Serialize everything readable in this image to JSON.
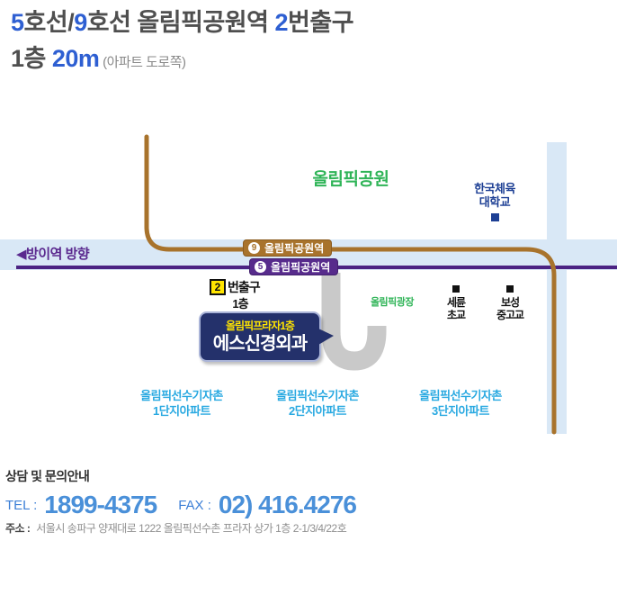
{
  "colors": {
    "accent_blue": "#2e5fd2",
    "line9_brown": "#a8732c",
    "line5_purple": "#572b8c",
    "road_light_blue": "#d9e8f6",
    "uturn_gray": "#c9c9c9",
    "park_green": "#2fb457",
    "university_navy": "#1d3f94",
    "apartment_blue": "#29a9e1",
    "bubble_navy": "#24316b",
    "exit_yellow": "#ffe400",
    "tel_blue": "#4a90d9"
  },
  "header": {
    "line5_num": "5",
    "text1": "호선/",
    "line9_num": "9",
    "text2": "호선 올림픽공원역 ",
    "exit_num": "2",
    "text3": "번출구",
    "floor": "1층 ",
    "distance": "20m",
    "note": " (아파트 도로쪽)"
  },
  "map": {
    "park": "올림픽공원",
    "university": {
      "line1": "한국체육",
      "line2": "대학교"
    },
    "direction": "◀방이역 방향",
    "line9_station": {
      "number": "9",
      "name": "올림픽공원역"
    },
    "line5_station": {
      "number": "5",
      "name": "올림픽공원역"
    },
    "exit": {
      "number": "2",
      "label": "번출구",
      "floor": "1층"
    },
    "plaza": "올림픽광장",
    "clinic": {
      "building": "올림픽프라자1층",
      "name": "에스신경외과"
    },
    "schools": [
      {
        "line1": "세륜",
        "line2": "초교"
      },
      {
        "line1": "보성",
        "line2": "중고교"
      }
    ],
    "apartments": [
      {
        "line1": "올림픽선수기자촌",
        "line2": "1단지아파트"
      },
      {
        "line1": "올림픽선수기자촌",
        "line2": "2단지아파트"
      },
      {
        "line1": "올림픽선수기자촌",
        "line2": "3단지아파트"
      }
    ]
  },
  "contact": {
    "heading": "상담 및 문의안내",
    "tel_label": "TEL :",
    "tel": "1899-4375",
    "fax_label": "FAX :",
    "fax": "02) 416.4276",
    "address_label": "주소 :",
    "address": "서울시 송파구 양재대로 1222 올림픽선수촌 프라자 상가 1층 2-1/3/4/22호"
  }
}
